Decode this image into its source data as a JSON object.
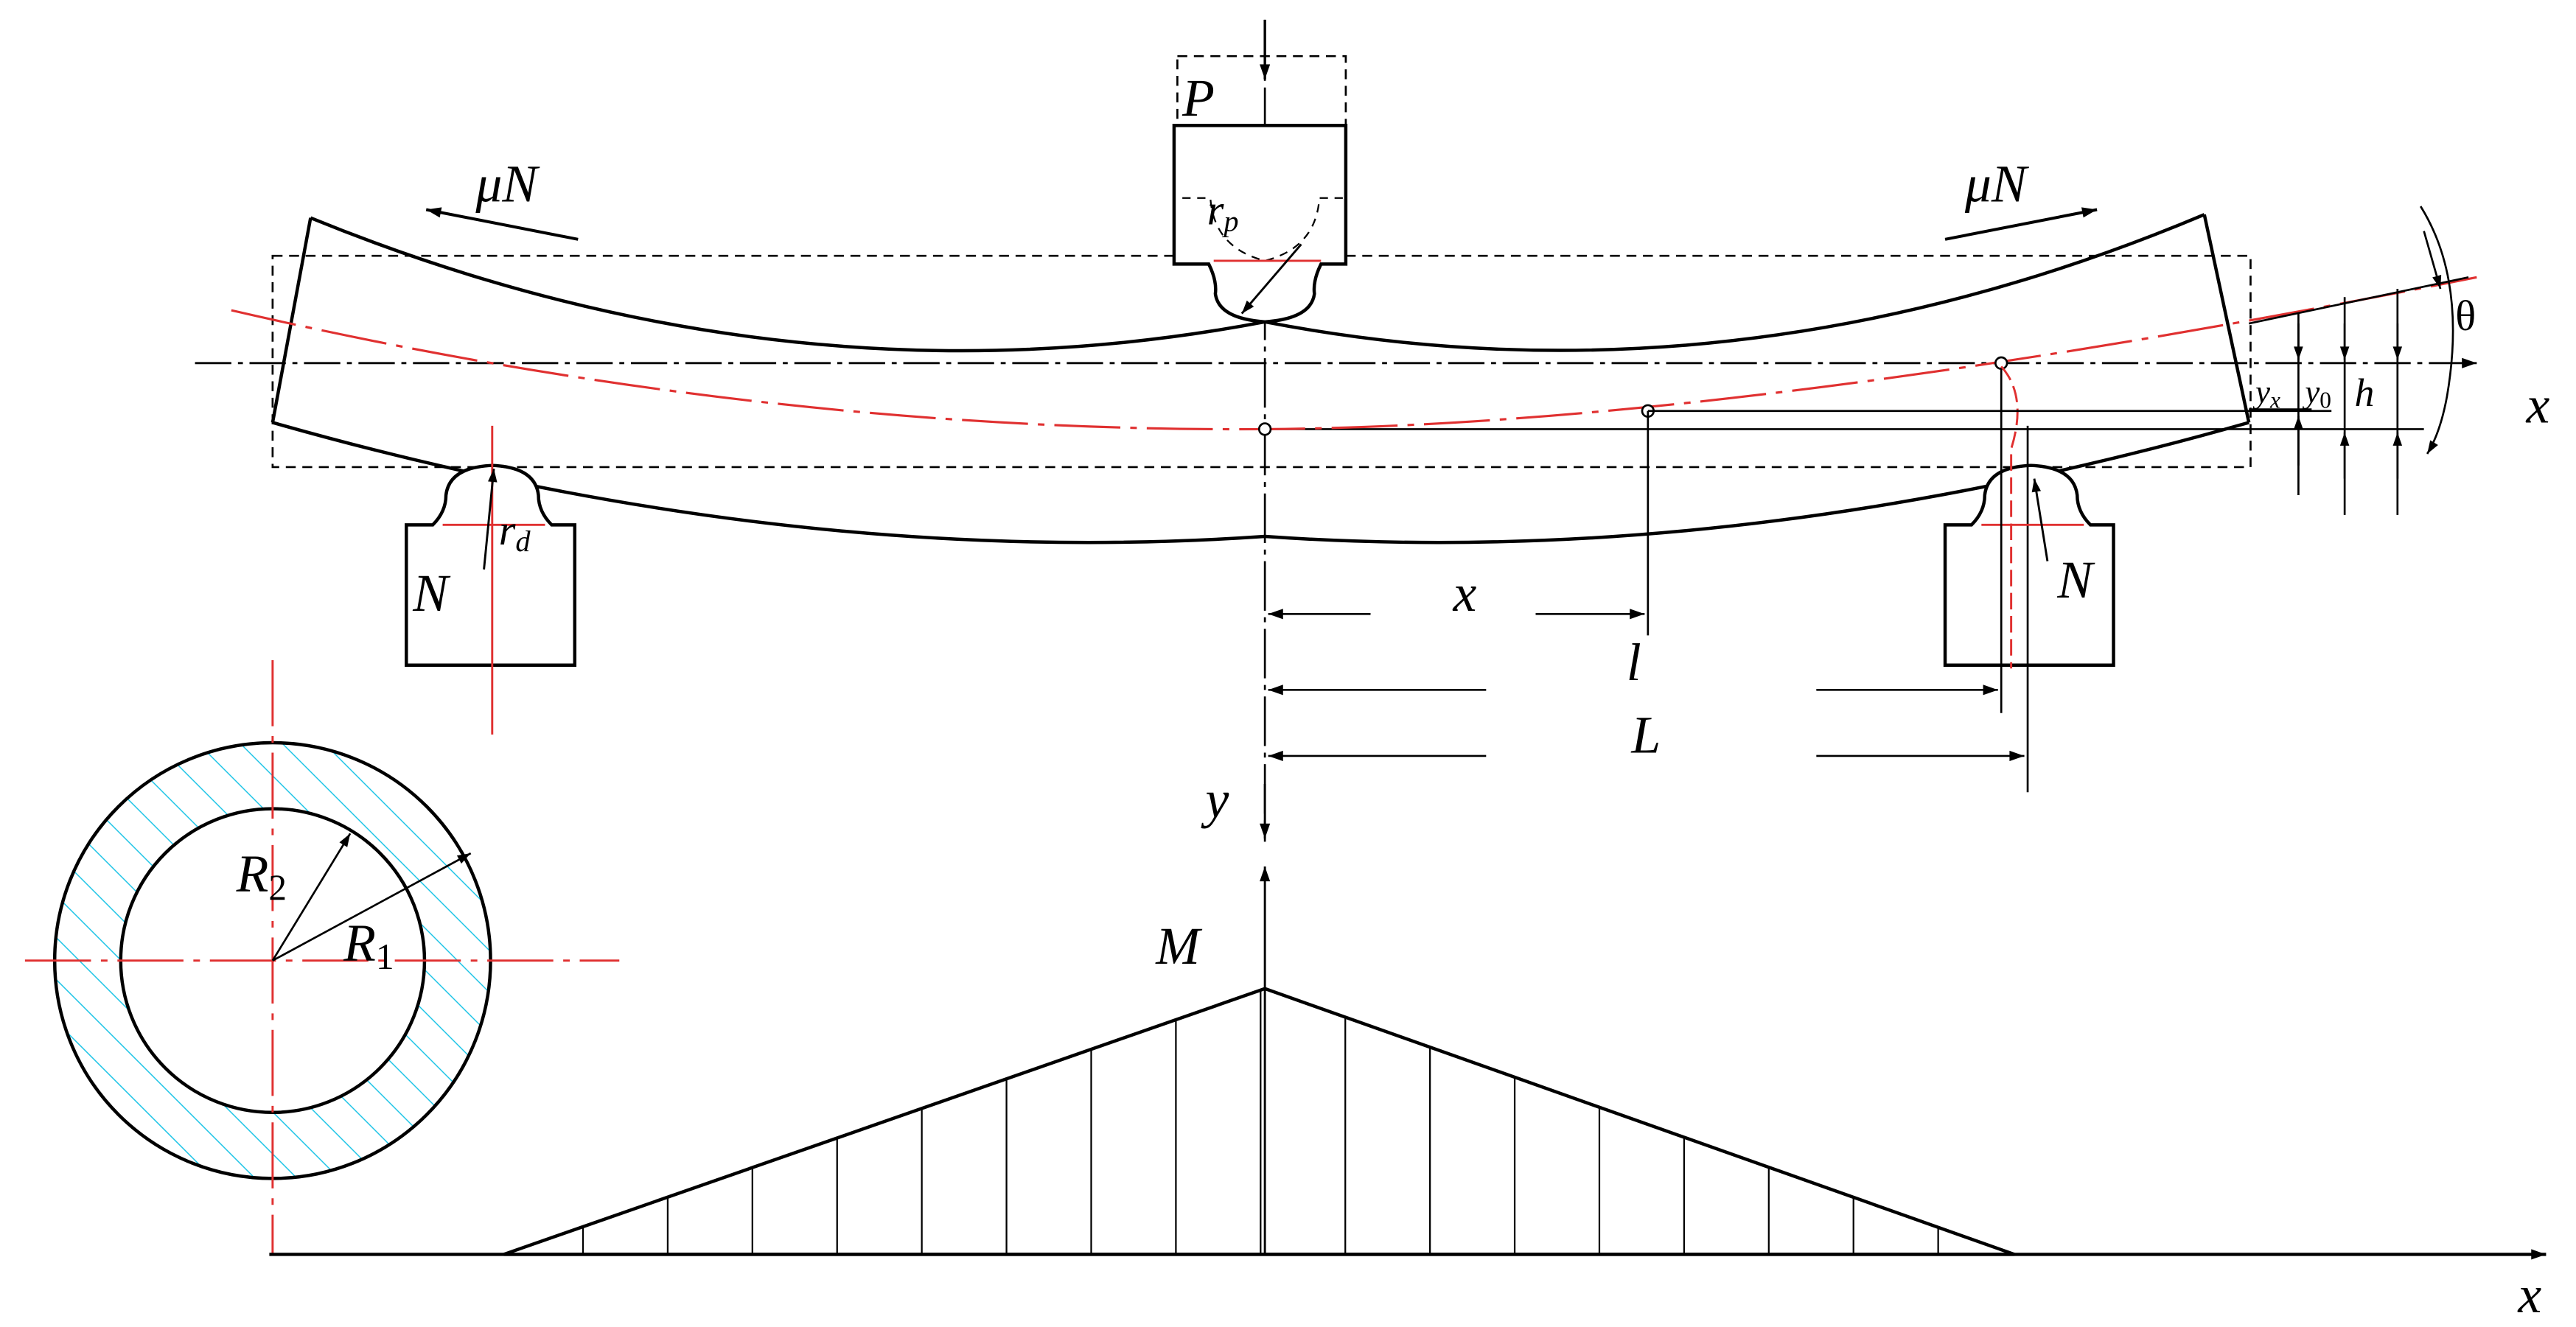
{
  "labels": {
    "load": "P",
    "friction_left": "μN",
    "friction_right": "μN",
    "punch_radius": "r",
    "punch_radius_sub": "p",
    "die_radius": "r",
    "die_radius_sub": "d",
    "reaction_left": "N",
    "reaction_right": "N",
    "dim_x": "x",
    "dim_l": "l",
    "dim_L": "L",
    "x_axis": "x",
    "y_axis": "y",
    "angle": "θ",
    "yx": "y",
    "yx_sub": "x",
    "y0": "y",
    "y0_sub": "0",
    "h": "h",
    "outer_radius": "R",
    "outer_radius_sub": "1",
    "inner_radius": "R",
    "inner_radius_sub": "2",
    "moment": "M",
    "moment_x_axis": "x"
  },
  "colors": {
    "line": "#000000",
    "centerline": "#e03030",
    "hatch": "#19c3e6",
    "dashed": "#000000"
  }
}
